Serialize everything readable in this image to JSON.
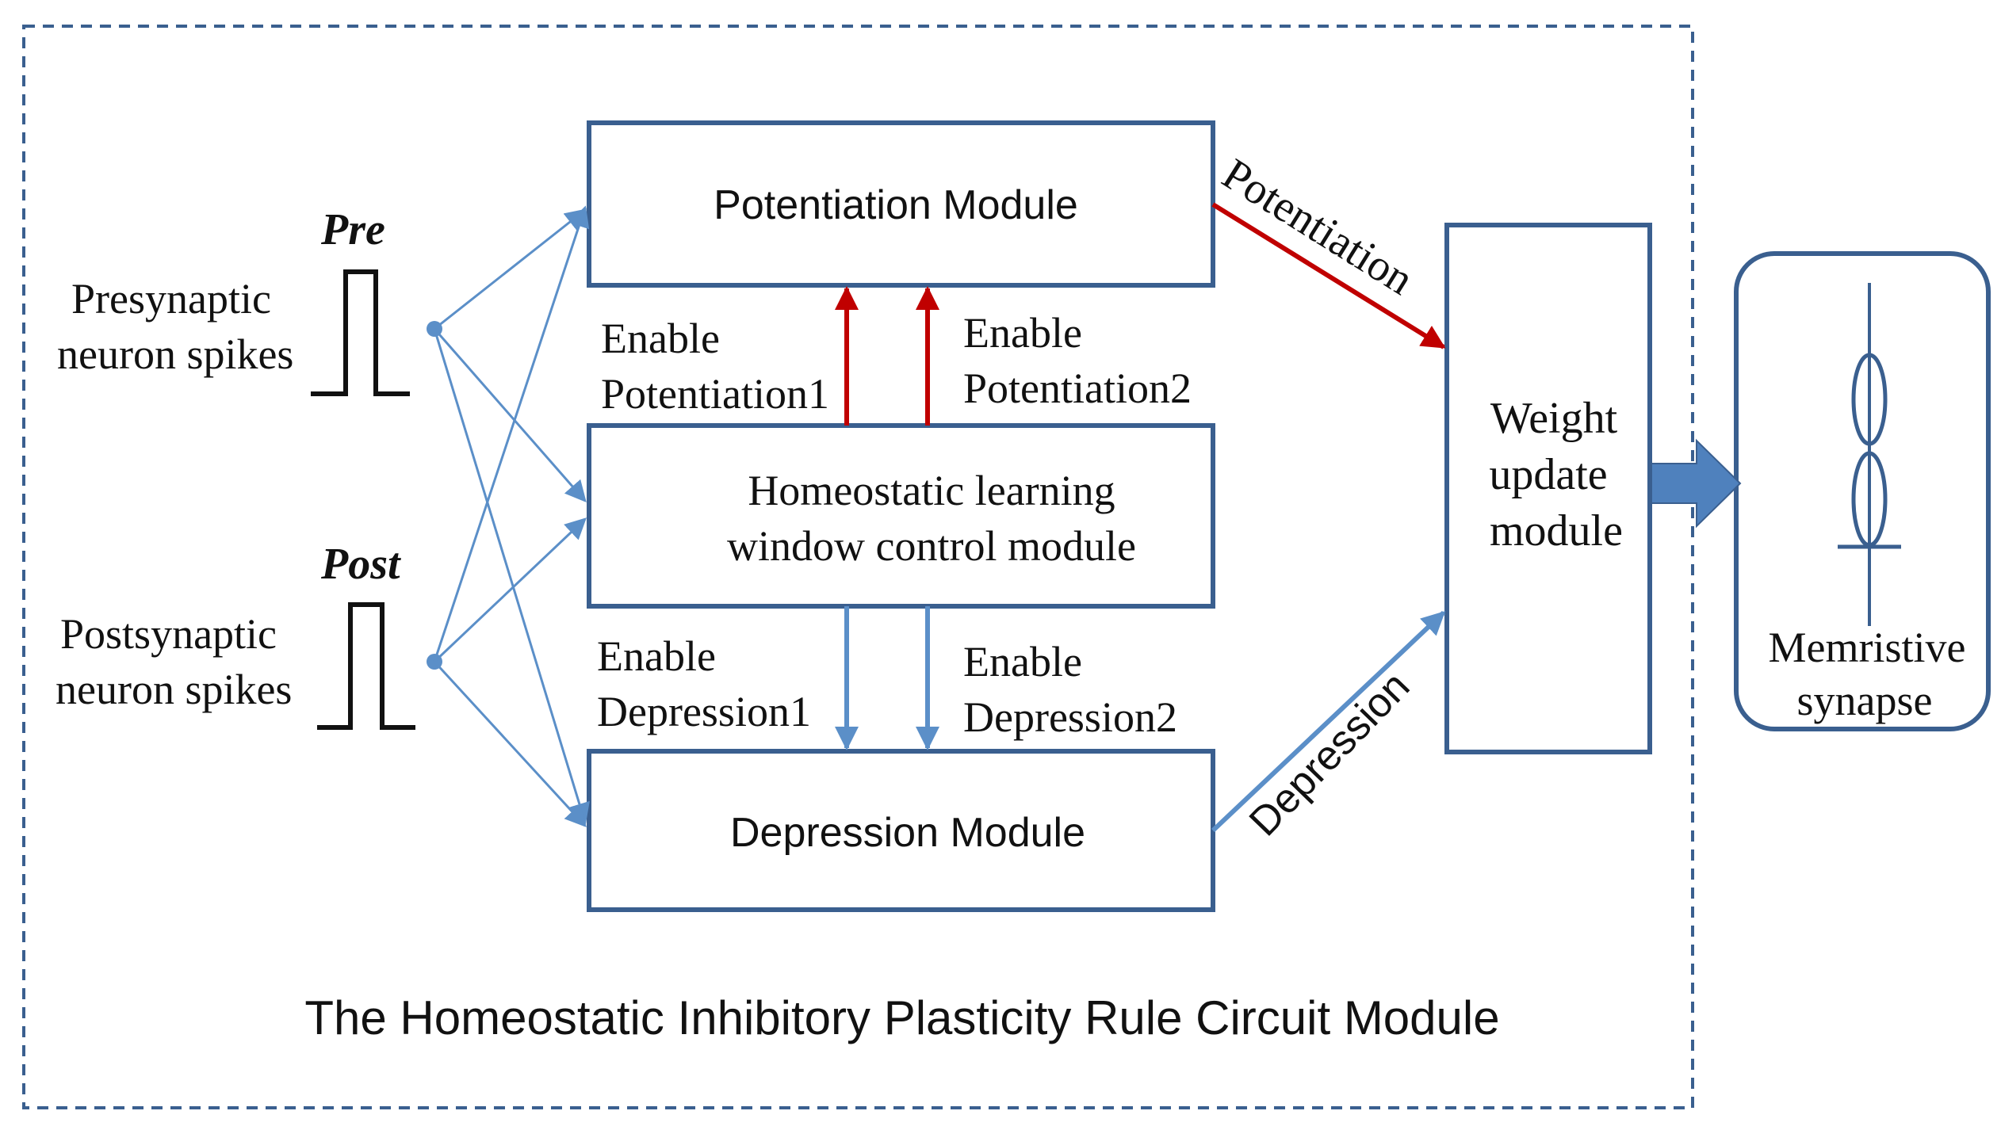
{
  "labels": {
    "pre": "Pre",
    "post": "Post",
    "presyn_line1": "Presynaptic",
    "presyn_line2": "neuron spikes",
    "postsyn_line1": "Postsynaptic",
    "postsyn_line2": "neuron spikes",
    "potentiation_module": "Potentiation Module",
    "homeostatic_line1": "Homeostatic learning",
    "homeostatic_line2": "window control module",
    "depression_module": "Depression Module",
    "enable_word_1": "Enable",
    "enable_pot1": "Potentiation1",
    "enable_word_2": "Enable",
    "enable_pot2": "Potentiation2",
    "enable_word_3": "Enable",
    "enable_dep1": "Depression1",
    "enable_word_4": "Enable",
    "enable_dep2": "Depression2",
    "potentiation_arrow": "Potentiation",
    "depression_arrow": "Depression",
    "weight_line1": "Weight",
    "weight_line2": "update",
    "weight_line3": "module",
    "memristive_line1": "Memristive",
    "memristive_line2": "synapse",
    "circuit_title": "The Homeostatic Inhibitory Plasticity Rule Circuit Module"
  },
  "colors": {
    "box_stroke": "#3a5f8f",
    "blue_arrow": "#5b8fc8",
    "red_arrow": "#c00000",
    "dashed_border": "#3a5f8f",
    "text": "#111111"
  }
}
